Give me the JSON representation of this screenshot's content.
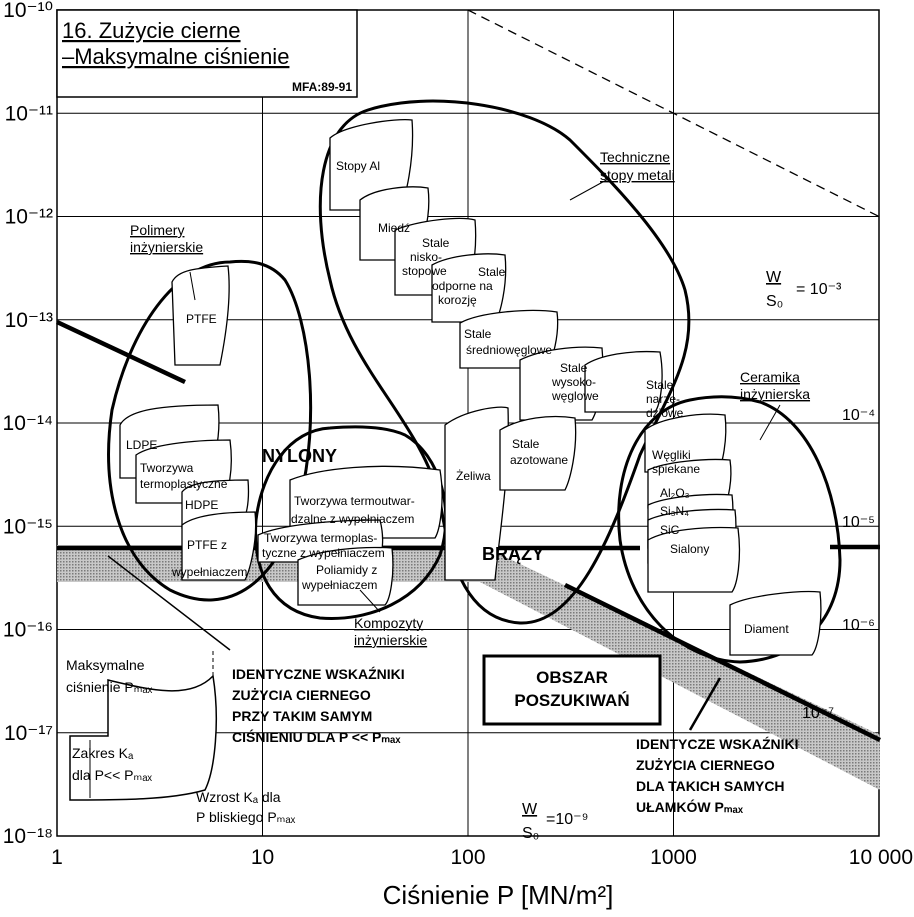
{
  "chart_data": {
    "type": "scatter",
    "title": "16. Zużycie cierne",
    "subtitle": "–Maksymalne ciśnienie",
    "reference": "MFA:89-91",
    "xlabel": "Ciśnienie P [MN/m²]",
    "ylabel": "",
    "x_scale": "log",
    "y_scale": "log",
    "xlim": [
      1,
      10000
    ],
    "ylim": [
      1e-18,
      1e-10
    ],
    "x_ticks": [
      "1",
      "10",
      "100",
      "1000",
      "10 000"
    ],
    "y_ticks": [
      "10⁻¹⁸",
      "10⁻¹⁷",
      "10⁻¹⁶",
      "10⁻¹⁵",
      "10⁻¹⁴",
      "10⁻¹³",
      "10⁻¹²",
      "10⁻¹¹",
      "10⁻¹⁰"
    ],
    "grid": true,
    "wear_rate_lines": [
      {
        "label": "W/S₀ = 10⁻³",
        "exponent": -3
      },
      {
        "label": "10⁻⁴",
        "exponent": -4
      },
      {
        "label": "10⁻⁵",
        "exponent": -5
      },
      {
        "label": "10⁻⁶",
        "exponent": -6
      },
      {
        "label": "10⁻⁷",
        "exponent": -7
      },
      {
        "label": "W/S₀ = 10⁻⁹",
        "exponent": -9
      }
    ],
    "families": [
      {
        "name": "Polimery inżynierskie",
        "label": "NYLONY",
        "members": [
          "PTFE",
          "LDPE",
          "Tworzywa termoplastyczne",
          "HDPE",
          "PTFE z wypełniaczem"
        ]
      },
      {
        "name": "Kompozyty inżynierskie",
        "members": [
          "Tworzywa termoutwardzalne z wypełniaczem",
          "Tworzywa termoplastyczne z wypełniaczem",
          "Poliamidy z wypełniaczem"
        ]
      },
      {
        "name": "Techniczne stopy metali",
        "label": "BRĄZY",
        "members": [
          "Stopy Al",
          "Miedź",
          "Stale niskostopowe",
          "Stale odporne na korozję",
          "Stale średniowęglowe",
          "Stale wysokowęglowe",
          "Stale narzędziowe",
          "Stale azotowane",
          "Żeliwa"
        ]
      },
      {
        "name": "Ceramika inżynierska",
        "members": [
          "Węgliki spiekane",
          "Al₂O₃",
          "Si₃N₄",
          "SiC",
          "Sialony",
          "Diament"
        ]
      }
    ],
    "annotations": [
      "IDENTYCZNE WSKAŹNIKI ZUŻYCIA CIERNEGO PRZY TAKIM SAMYM CIŚNIENIU DLA P << Pmax",
      "IDENTYCZE WSKAŹNIKI ZUŻYCIA CIERNEGO DLA TAKICH SAMYCH UŁAMKÓW Pmax",
      "OBSZAR POSZUKIWAŃ"
    ],
    "legend": {
      "pmax": "Maksymalne ciśnienie Pmax",
      "range": "Zakres KA dla P<< Pmax",
      "increase": "Wzrost KA dla P bliskiego Pmax"
    }
  }
}
